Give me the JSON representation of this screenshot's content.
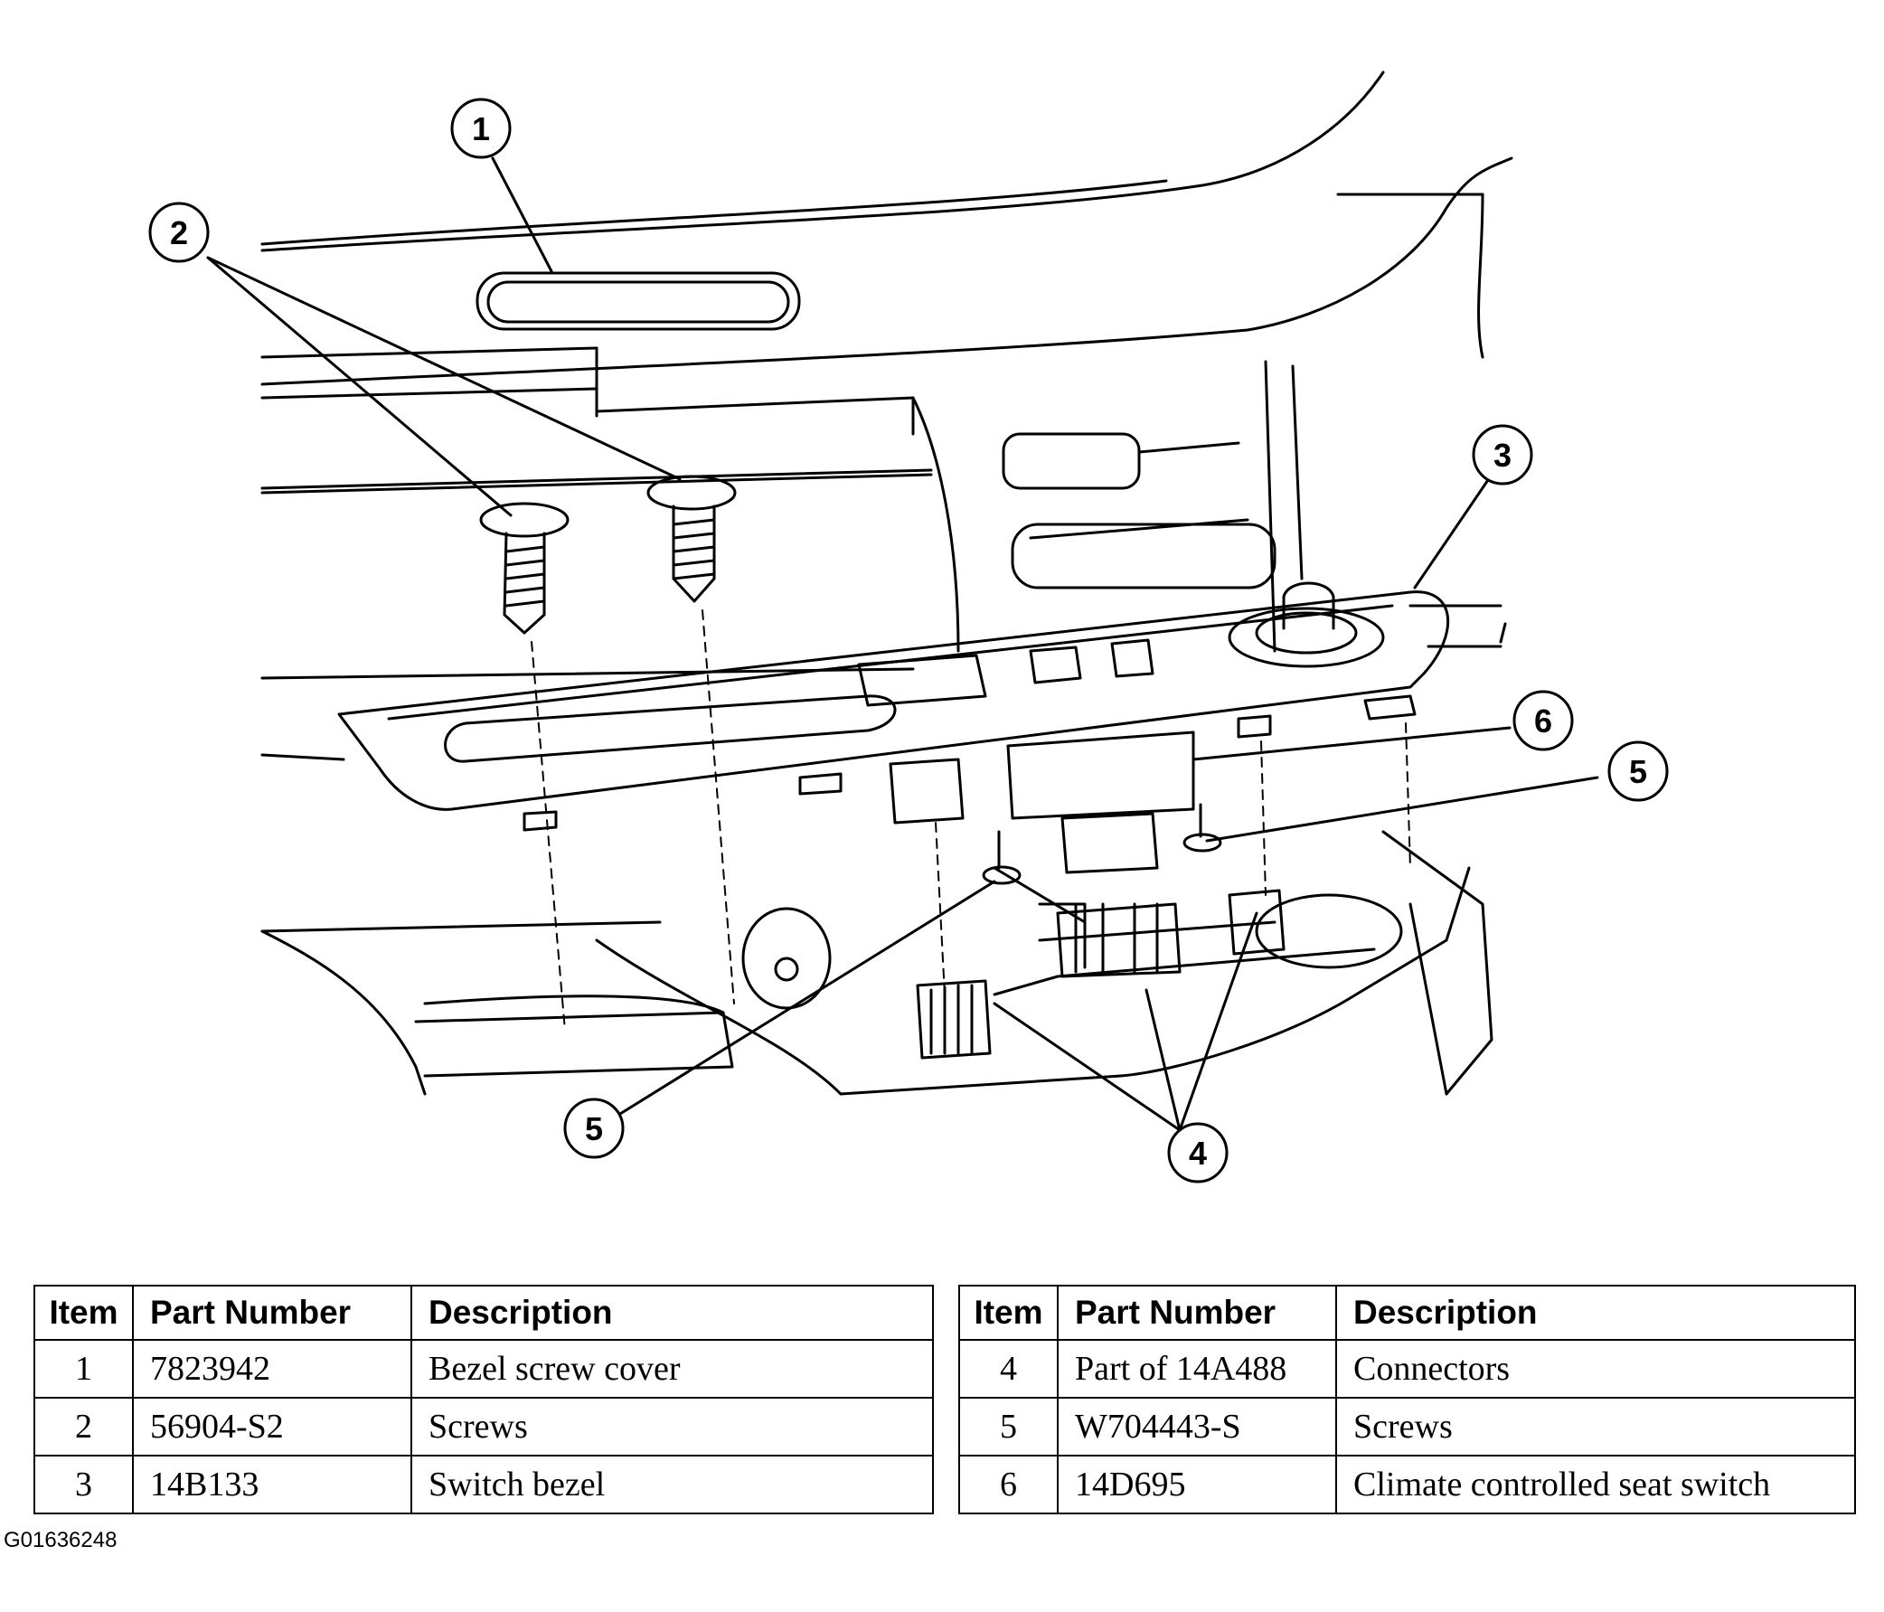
{
  "callouts": {
    "c1": "1",
    "c2": "2",
    "c3": "3",
    "c4": "4",
    "c5a": "5",
    "c5b": "5",
    "c6": "6"
  },
  "tables": {
    "headers": {
      "item": "Item",
      "part_number": "Part Number",
      "description": "Description"
    },
    "left": {
      "rows": [
        {
          "item": "1",
          "part_number": "7823942",
          "description": "Bezel screw cover"
        },
        {
          "item": "2",
          "part_number": "56904-S2",
          "description": "Screws"
        },
        {
          "item": "3",
          "part_number": "14B133",
          "description": "Switch bezel"
        }
      ]
    },
    "right": {
      "rows": [
        {
          "item": "4",
          "part_number": "Part of 14A488",
          "description": "Connectors"
        },
        {
          "item": "5",
          "part_number": "W704443-S",
          "description": "Screws"
        },
        {
          "item": "6",
          "part_number": "14D695",
          "description": "Climate controlled seat switch"
        }
      ]
    }
  },
  "figure_id": "G01636248"
}
